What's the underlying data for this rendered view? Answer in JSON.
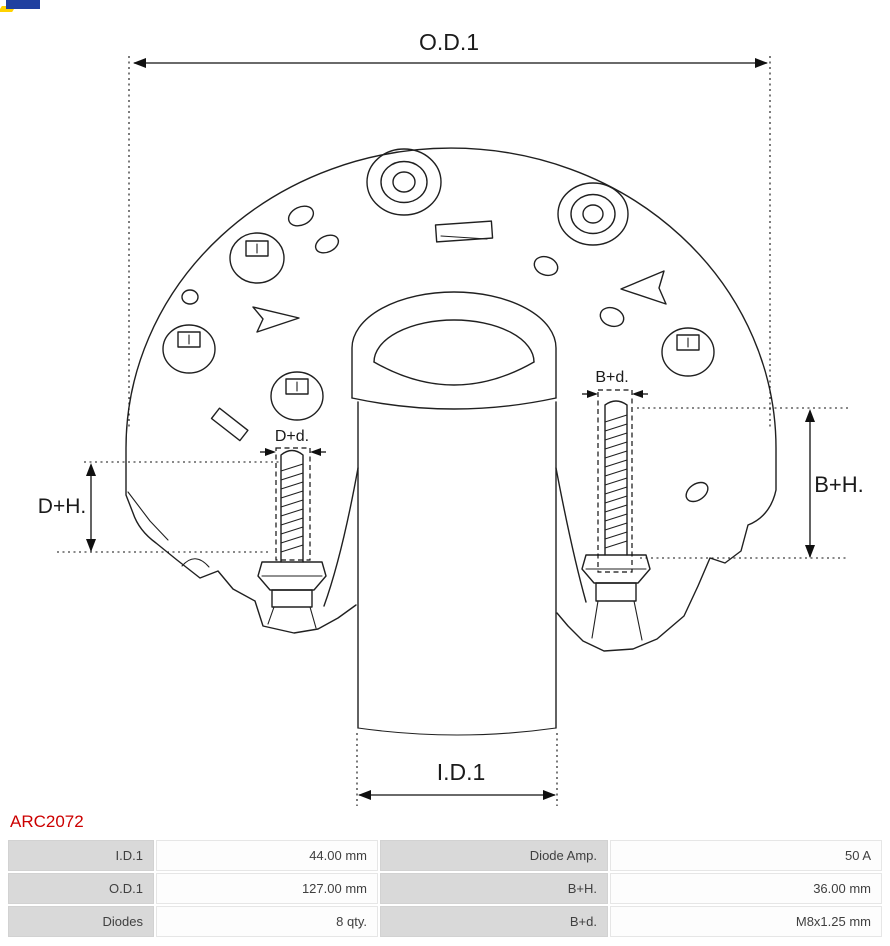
{
  "brand": {
    "logo": "as-pl-logo-fragment"
  },
  "part": {
    "number": "ARC2072"
  },
  "drawing": {
    "dim_labels": {
      "od1": "O.D.1",
      "id1": "I.D.1",
      "dplus_h": "D+H.",
      "bplus_h": "B+H.",
      "dplus_d": "D+d.",
      "bplus_d": "B+d."
    }
  },
  "spec_table": {
    "rows": [
      {
        "c0": "I.D.1",
        "c1": "44.00 mm",
        "c2": "Diode Amp.",
        "c3": "50 A"
      },
      {
        "c0": "O.D.1",
        "c1": "127.00 mm",
        "c2": "B+H.",
        "c3": "36.00 mm"
      },
      {
        "c0": "Diodes",
        "c1": "8 qty.",
        "c2": "B+d.",
        "c3": "M8x1.25 mm"
      }
    ]
  },
  "colors": {
    "accent_red": "#cc0000",
    "logo_blue": "#2040a0",
    "logo_yellow": "#ffd200",
    "table_label_bg": "#d9d9d9",
    "table_value_bg": "#fdfdfd",
    "line": "#202020"
  }
}
